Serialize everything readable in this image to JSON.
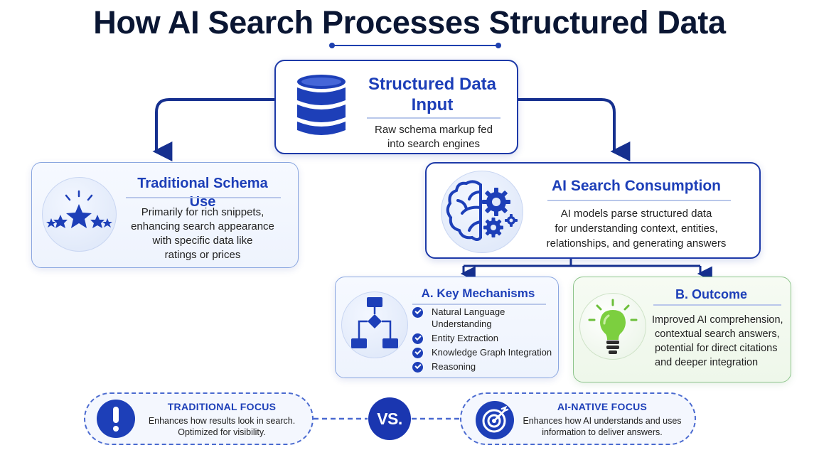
{
  "title": "How AI Search Processes Structured Data",
  "colors": {
    "primary": "#1d3fb8",
    "navy": "#0a1633",
    "green": "#6cbf3a"
  },
  "input": {
    "icon": "database-icon",
    "title_line1": "Structured Data",
    "title_line2": "Input",
    "text_line1": "Raw schema markup fed",
    "text_line2": "into search engines"
  },
  "traditional": {
    "icon": "star-rating-icon",
    "title": "Traditional Schema Use",
    "lines": [
      "Primarily for rich snippets,",
      "enhancing search appearance",
      "with specific data like",
      "ratings or prices"
    ]
  },
  "ai": {
    "icon": "brain-gear-icon",
    "title": "AI Search Consumption",
    "lines": [
      "AI models parse structured data",
      "for understanding context, entities,",
      "relationships, and generating answers"
    ]
  },
  "mechanisms": {
    "icon": "flowchart-icon",
    "title": "A. Key Mechanisms",
    "items": [
      "Natural Language Understanding",
      "Entity Extraction",
      "Knowledge Graph Integration",
      "Reasoning"
    ],
    "item1_line1": "Natural Language",
    "item1_line2": "Understanding"
  },
  "outcome": {
    "icon": "lightbulb-icon",
    "title": "B. Outcome",
    "lines": [
      "Improved AI comprehension,",
      "contextual search answers,",
      "potential for direct citations",
      "and deeper integration"
    ]
  },
  "traditional_focus": {
    "icon": "exclamation-icon",
    "title": "TRADITIONAL FOCUS",
    "line1": "Enhances how results look in search.",
    "line2": "Optimized for visibility."
  },
  "vs_label": "VS.",
  "ai_focus": {
    "icon": "target-icon",
    "title": "AI-NATIVE FOCUS",
    "line1": "Enhances how AI understands and uses",
    "line2": "information to deliver answers."
  }
}
